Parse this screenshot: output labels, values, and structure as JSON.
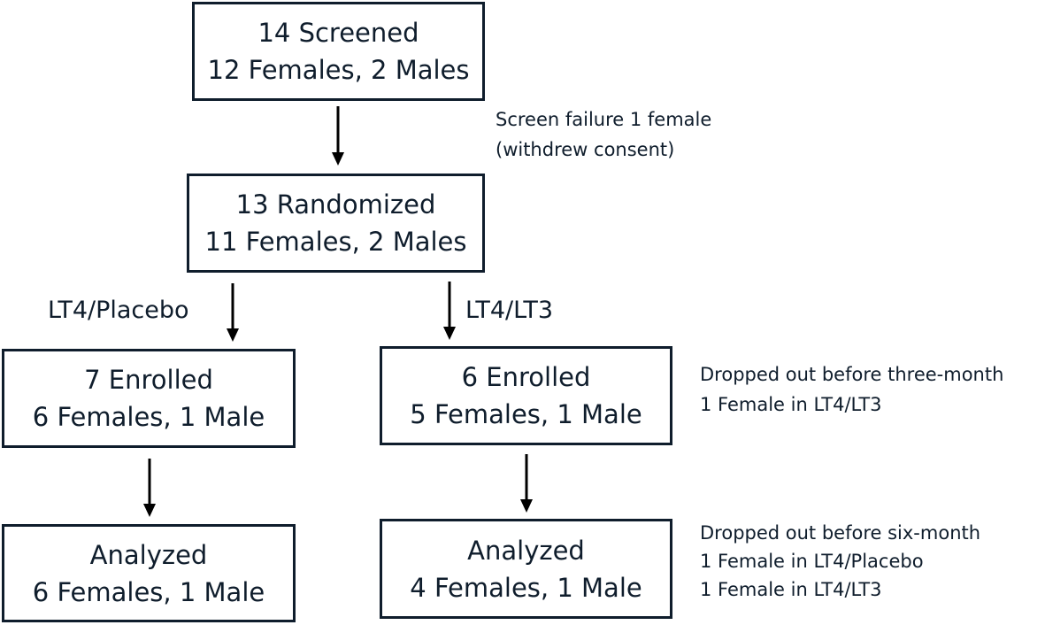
{
  "colors": {
    "box_border": "#0f1d2c",
    "text": "#0f1d2c",
    "arrow": "#000000",
    "background": "#ffffff"
  },
  "screened": {
    "title": "14 Screened",
    "detail": "12 Females, 2 Males"
  },
  "screen_failure_note": {
    "line1": "Screen failure 1 female",
    "line2": "(withdrew consent)"
  },
  "randomized": {
    "title": "13 Randomized",
    "detail": "11 Females, 2 Males"
  },
  "arms": {
    "left_label": "LT4/Placebo",
    "right_label": "LT4/LT3"
  },
  "enrolled_left": {
    "title": "7 Enrolled",
    "detail": "6 Females, 1 Male"
  },
  "enrolled_right": {
    "title": "6 Enrolled",
    "detail": "5 Females, 1 Male"
  },
  "dropout_three_month": {
    "line1": "Dropped out before three-month",
    "line2": "1 Female in LT4/LT3"
  },
  "analyzed_left": {
    "title": "Analyzed",
    "detail": "6 Females, 1 Male"
  },
  "analyzed_right": {
    "title": "Analyzed",
    "detail": "4 Females, 1 Male"
  },
  "dropout_six_month": {
    "line1": "Dropped out before six-month",
    "line2": "1 Female in LT4/Placebo",
    "line3": "1 Female in LT4/LT3"
  }
}
